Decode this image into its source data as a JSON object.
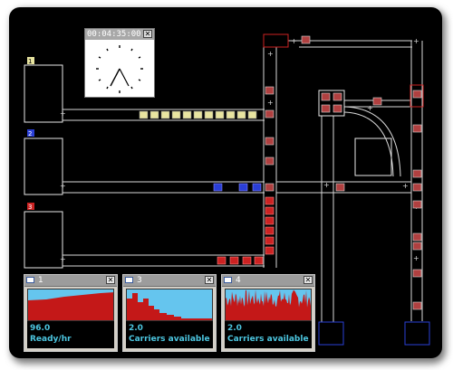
{
  "clock": {
    "time": "00:04:35:00.0",
    "close_glyph": "✕"
  },
  "queues": [
    {
      "label": "1",
      "color": "#e8e4a0"
    },
    {
      "label": "2",
      "color": "#2a3fd6"
    },
    {
      "label": "3",
      "color": "#cc2222"
    }
  ],
  "monitors": [
    {
      "title": "1",
      "value": "96.0",
      "label": "Ready/hr",
      "close_glyph": "✕"
    },
    {
      "title": "3",
      "value": "2.0",
      "label": "Carriers available",
      "close_glyph": "✕"
    },
    {
      "title": "4",
      "value": "2.0",
      "label": "Carriers available",
      "close_glyph": "✕"
    }
  ],
  "colors": {
    "background": "#000000",
    "track": "#e8e8e8",
    "plot_bg": "#65c5ee",
    "plot_fill": "#c41818",
    "text_cyan": "#4cc6e0",
    "highlight_red": "#cc2222",
    "blue_box": "#2a3fd6"
  }
}
